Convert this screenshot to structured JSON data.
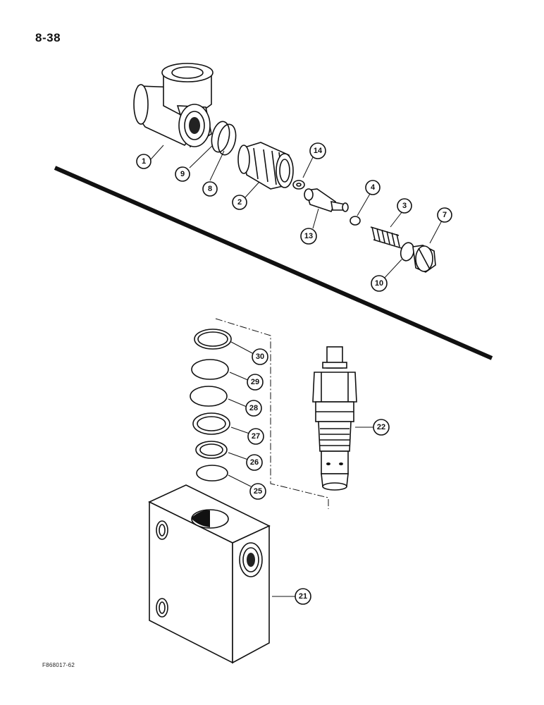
{
  "page": {
    "number": "8-38",
    "figure_id": "F868017-62"
  },
  "callouts": {
    "c1": "1",
    "c2": "2",
    "c3": "3",
    "c4": "4",
    "c7": "7",
    "c8": "8",
    "c9": "9",
    "c10": "10",
    "c13": "13",
    "c14": "14",
    "c21": "21",
    "c22": "22",
    "c25": "25",
    "c26": "26",
    "c27": "27",
    "c28": "28",
    "c29": "29",
    "c30": "30"
  }
}
